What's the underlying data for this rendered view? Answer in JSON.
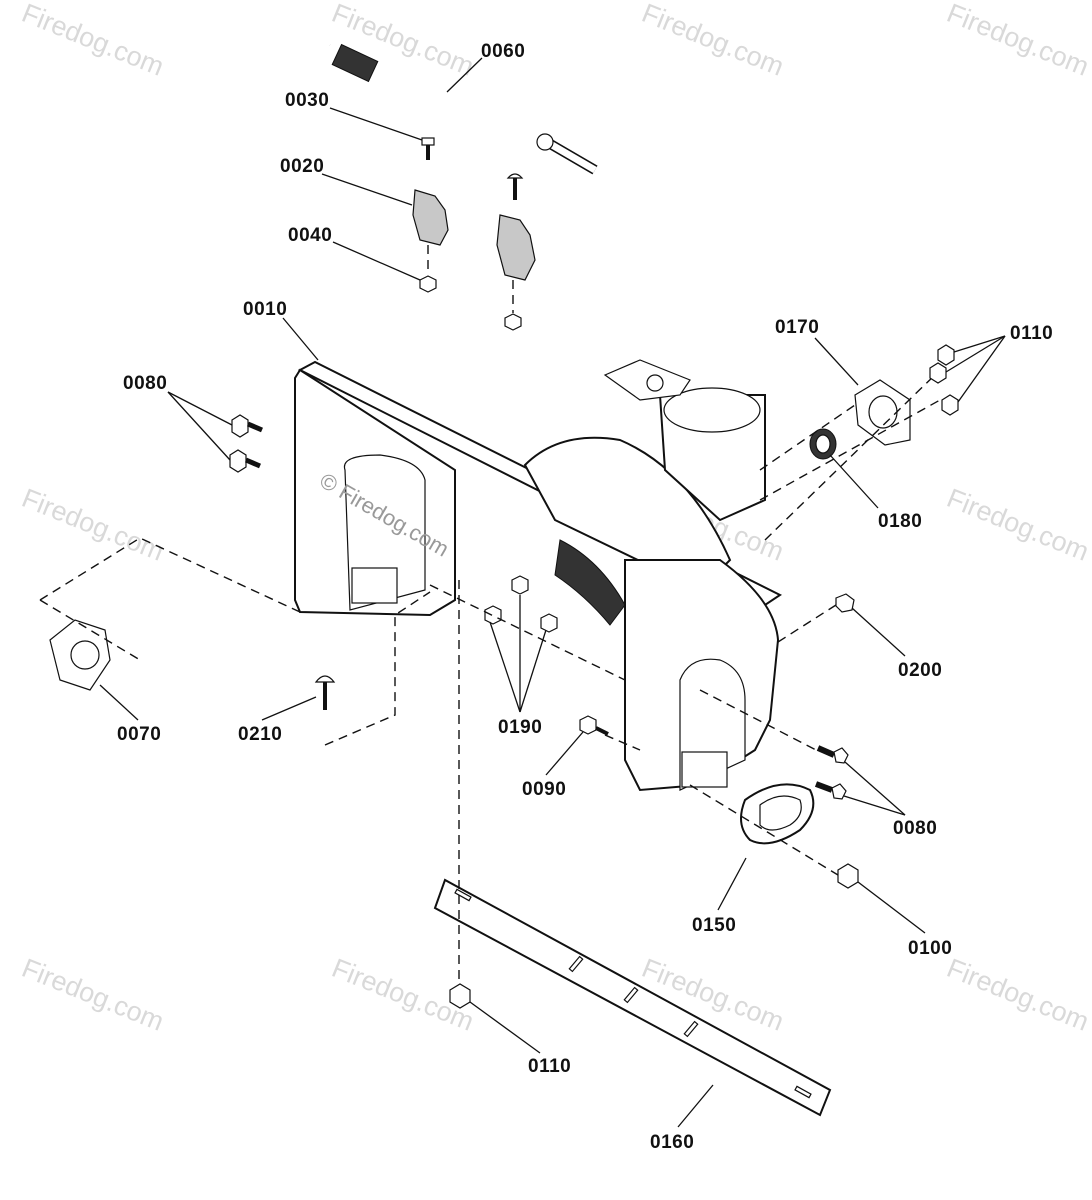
{
  "watermark": {
    "text": "Firedog.com",
    "center_text": "© Firedog.com",
    "color": "#d9d9d9"
  },
  "callouts": {
    "c0060": "0060",
    "c0030": "0030",
    "c0020": "0020",
    "c0040": "0040",
    "c0010": "0010",
    "c0080_left": "0080",
    "c0170": "0170",
    "c0110_top": "0110",
    "c0180": "0180",
    "c0200": "0200",
    "c0070": "0070",
    "c0210": "0210",
    "c0190": "0190",
    "c0090": "0090",
    "c0080_right": "0080",
    "c0150": "0150",
    "c0100": "0100",
    "c0110_bottom": "0110",
    "c0160": "0160"
  },
  "parts": {
    "cable_icon": "cable-icon",
    "clip_icon": "clip-icon",
    "bolt_icon": "bolt-icon",
    "nut_icon": "nut-icon",
    "housing_icon": "auger-housing-icon",
    "bearing_icon": "bearing-icon",
    "flange_icon": "flange-icon",
    "skid_shoe_icon": "skid-shoe-icon",
    "scraper_bar_icon": "scraper-bar-icon"
  }
}
